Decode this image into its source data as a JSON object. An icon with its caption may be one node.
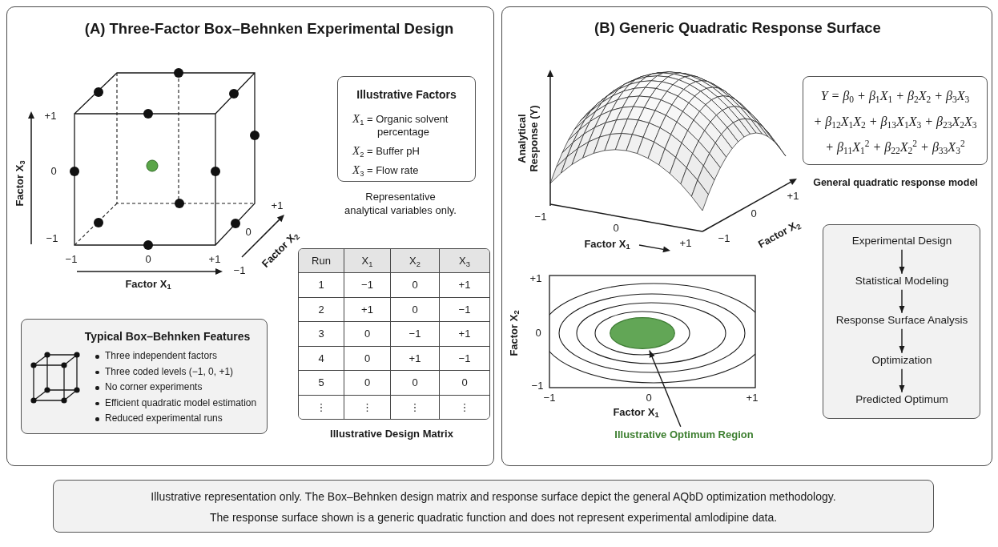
{
  "diagram": {
    "nodes": [
      {
        "text": [
          "(A) Three-Factor Box–Behnken Experimental Design"
        ]
      },
      {
        "text": [
          "Illustrative Factors",
          "*X*$_{1}$ = Organic solvent percentage",
          "*X*$_{2}$ = Buffer pH",
          "*X*$_{3}$ = Flow rate"
        ],
        "in": 0
      },
      {
        "text": [
          "Typical Box–Behnken Features",
          "Three independent factors",
          "Three coded levels (−1, 0, +1)",
          "No corner experiments",
          "Efficient quadratic model estimation",
          "Reduced experimental runs"
        ],
        "in": 0
      },
      {
        "text": [
          "(B) Generic Quadratic Response Surface"
        ]
      },
      {
        "text": [
          "Y = β$_{0}$ + β$_{1}$X$_{1}$ + β$_{2}$X$_{2}$ + β$_{3}$X$_{3}$",
          "+ β$_{12}$X$_{1}$X$_{2}$ + β$_{13}$X$_{1}$X$_{3}$ + β$_{23}$X$_{2}$X$_{3}$",
          "+ β$_{11}$X$_{1}$$^{2}$ + β$_{22}$X$_{2}$$^{2}$ + β$_{33}$X$_{3}$$^{2}$"
        ],
        "in": 3,
        "beside": [
          "General quadratic response model"
        ]
      },
      {
        "text": [],
        "shape": "box",
        "in": 3
      },
      {
        "text": [
          "Experimental Design"
        ],
        "in": 5
      },
      {
        "text": [
          "Statistical Modeling"
        ],
        "in": 5
      },
      {
        "text": [
          "Response Surface Analysis"
        ],
        "in": 5
      },
      {
        "text": [
          "Optimization"
        ],
        "in": 5
      },
      {
        "text": [
          "Predicted Optimum"
        ],
        "in": 5
      },
      {
        "text": [],
        "shape": "ellipse",
        "in": 3
      },
      {
        "text": [
          "Illustrative Optimum Region"
        ],
        "in": 3
      },
      {
        "text": [
          "Illustrative representation only. The Box–Behnken design matrix and response surface depict the general AQbD optimization methodology.",
          "The response surface shown is a generic quadratic function and does not represent experimental amlodipine data."
        ]
      }
    ],
    "edges": [
      {
        "from": 6,
        "to": 7,
        "arrow": "to"
      },
      {
        "from": 7,
        "to": 8,
        "arrow": "to"
      },
      {
        "from": 8,
        "to": 9,
        "arrow": "to"
      },
      {
        "from": 9,
        "to": 10,
        "arrow": "to"
      },
      {
        "from": 12,
        "to": 11,
        "arrow": "to"
      }
    ],
    "labels": [
      "+1",
      "0",
      "−1",
      "Factor X$_{3}$",
      "−1",
      "0",
      "+1",
      "Factor X$_{1}$",
      "+1",
      "0",
      "−1",
      "Factor X$_{2}$",
      "Representative analytical variables only.",
      "Run",
      "X$_{1}$",
      "X$_{2}$",
      "X$_{3}$",
      "1",
      "−1",
      "0",
      "+1",
      "2",
      "+1",
      "0",
      "−1",
      "3",
      "0",
      "−1",
      "+1",
      "4",
      "0",
      "+1",
      "−1",
      "5",
      "0",
      "0",
      "0",
      "⋮",
      "⋮",
      "⋮",
      "⋮",
      "Illustrative Design Matrix",
      "Analytical Response (Y)",
      "−1",
      "0",
      "Factor X$_{1}$",
      "+1",
      "−1",
      "0",
      "+1",
      "Factor X$_{2}$",
      "+1",
      "0",
      "−1",
      "Factor X$_{2}$",
      "−1",
      "0",
      "+1",
      "Factor X$_{1}$"
    ]
  }
}
